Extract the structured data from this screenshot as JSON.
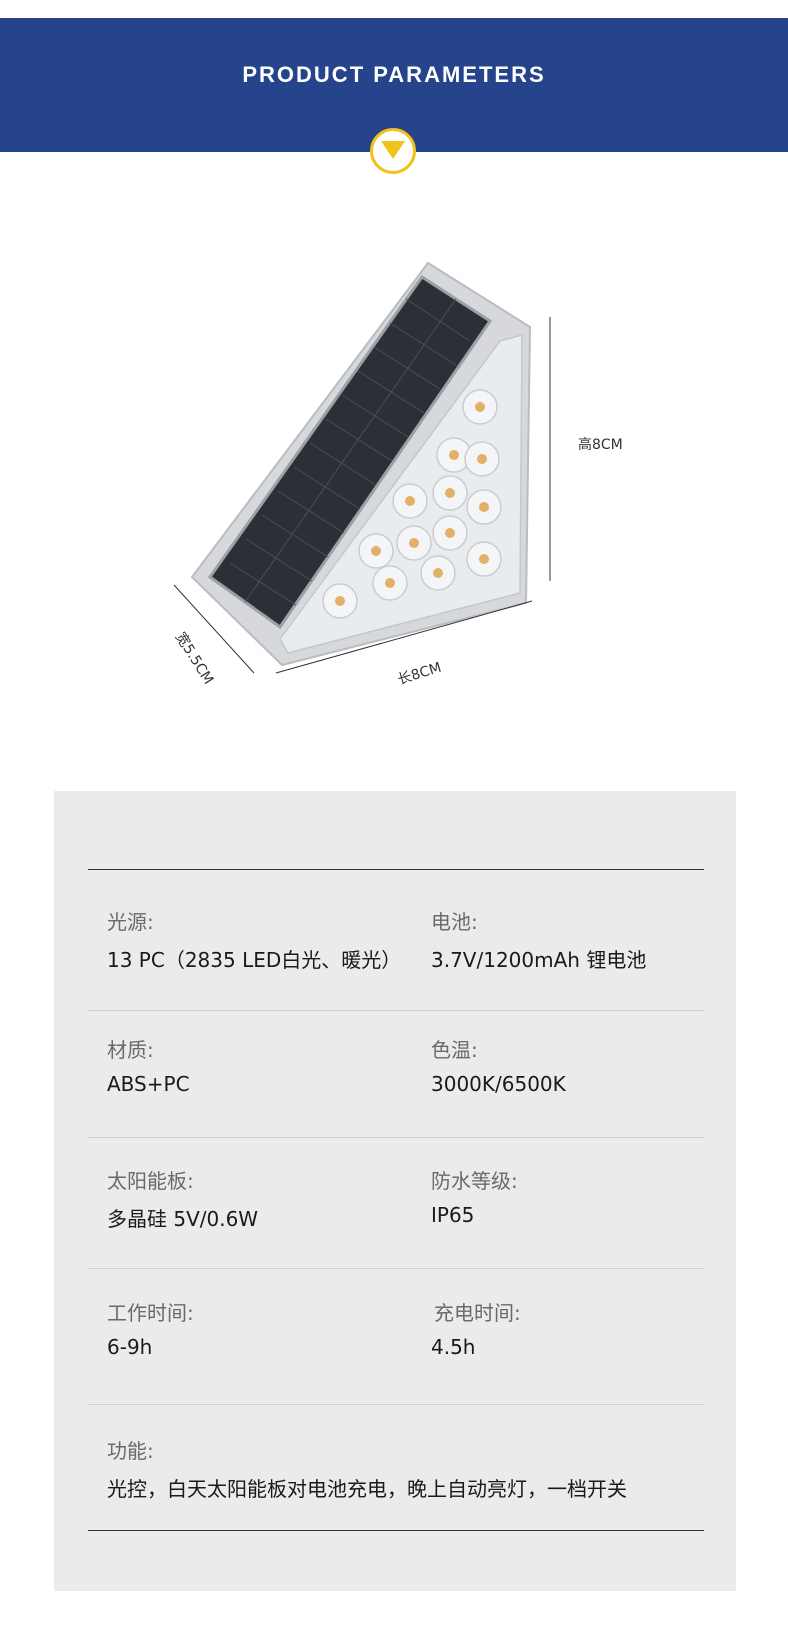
{
  "header": {
    "title": "PRODUCT PARAMETERS"
  },
  "dimensions": {
    "height": "高8CM",
    "length": "长8CM",
    "width": "宽5.5CM"
  },
  "colors": {
    "banner": "#26448c",
    "accent": "#f2c21a",
    "panel": "#ebebeb"
  },
  "specs": [
    {
      "left_label": "光源:",
      "left_value": "13 PC（2835  LED白光、暖光）",
      "right_label": "电池:",
      "right_value": "3.7V/1200mAh 锂电池"
    },
    {
      "left_label": "材质:",
      "left_value": "ABS+PC",
      "right_label": "色温:",
      "right_value": "3000K/6500K"
    },
    {
      "left_label": "太阳能板:",
      "left_value": "多晶硅 5V/0.6W",
      "right_label": "防水等级:",
      "right_value": "IP65"
    },
    {
      "left_label": "工作时间:",
      "left_value": "6-9h",
      "right_label": "充电时间:",
      "right_value": "4.5h"
    }
  ],
  "function": {
    "label": "功能:",
    "value": "光控，白天太阳能板对电池充电，晚上自动亮灯，一档开关"
  }
}
